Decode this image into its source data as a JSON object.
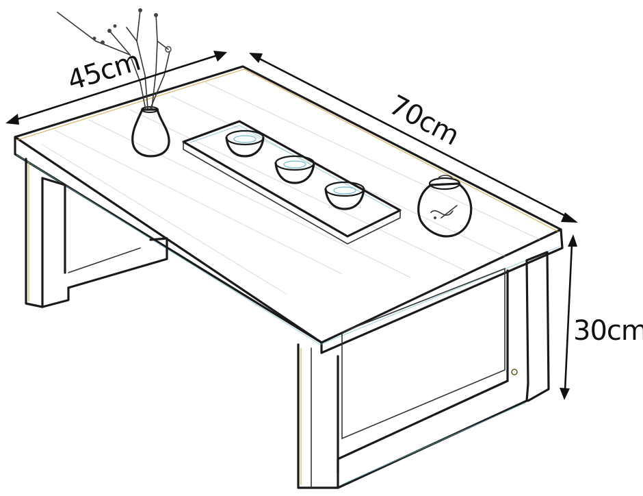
{
  "dimensions": {
    "width": "45cm",
    "length": "70cm",
    "height": "30cm"
  },
  "colors": {
    "line": "#1a1a1a",
    "warm_tint": "#c9a23b",
    "cool_tint": "#6fb8c8",
    "background": "#ffffff"
  },
  "objects": [
    "vase-with-branches",
    "tea-tray",
    "tea-cup",
    "tea-cup",
    "tea-cup",
    "tea-jar"
  ]
}
